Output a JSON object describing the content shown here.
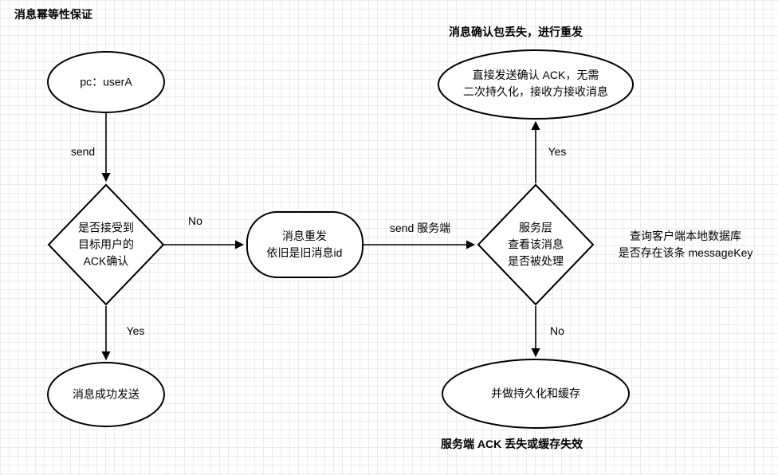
{
  "title": "消息幂等性保证",
  "notes": {
    "top_right": "消息确认包丢失，进行重发",
    "side_line1": "查询客户端本地数据库",
    "side_line2": "是否存在该条 messageKey",
    "bottom": "服务端 ACK 丢失或缓存失效"
  },
  "nodes": {
    "pc_usera": {
      "label": "pc：userA"
    },
    "ack_check": {
      "line1": "是否接受到",
      "line2": "目标用户的",
      "line3": "ACK确认"
    },
    "resend": {
      "line1": "消息重发",
      "line2": "依旧是旧消息id"
    },
    "server_check": {
      "line1": "服务层",
      "line2": "查看该消息",
      "line3": "是否被处理"
    },
    "direct_ack": {
      "line1": "直接发送确认 ACK，无需",
      "line2": "二次持久化，接收方接收消息"
    },
    "persist": {
      "label": "并做持久化和缓存"
    },
    "success": {
      "label": "消息成功发送"
    }
  },
  "edge_labels": {
    "send": "send",
    "no_left": "No",
    "yes_left": "Yes",
    "send_server": "send 服务端",
    "yes_right": "Yes",
    "no_right": "No"
  }
}
